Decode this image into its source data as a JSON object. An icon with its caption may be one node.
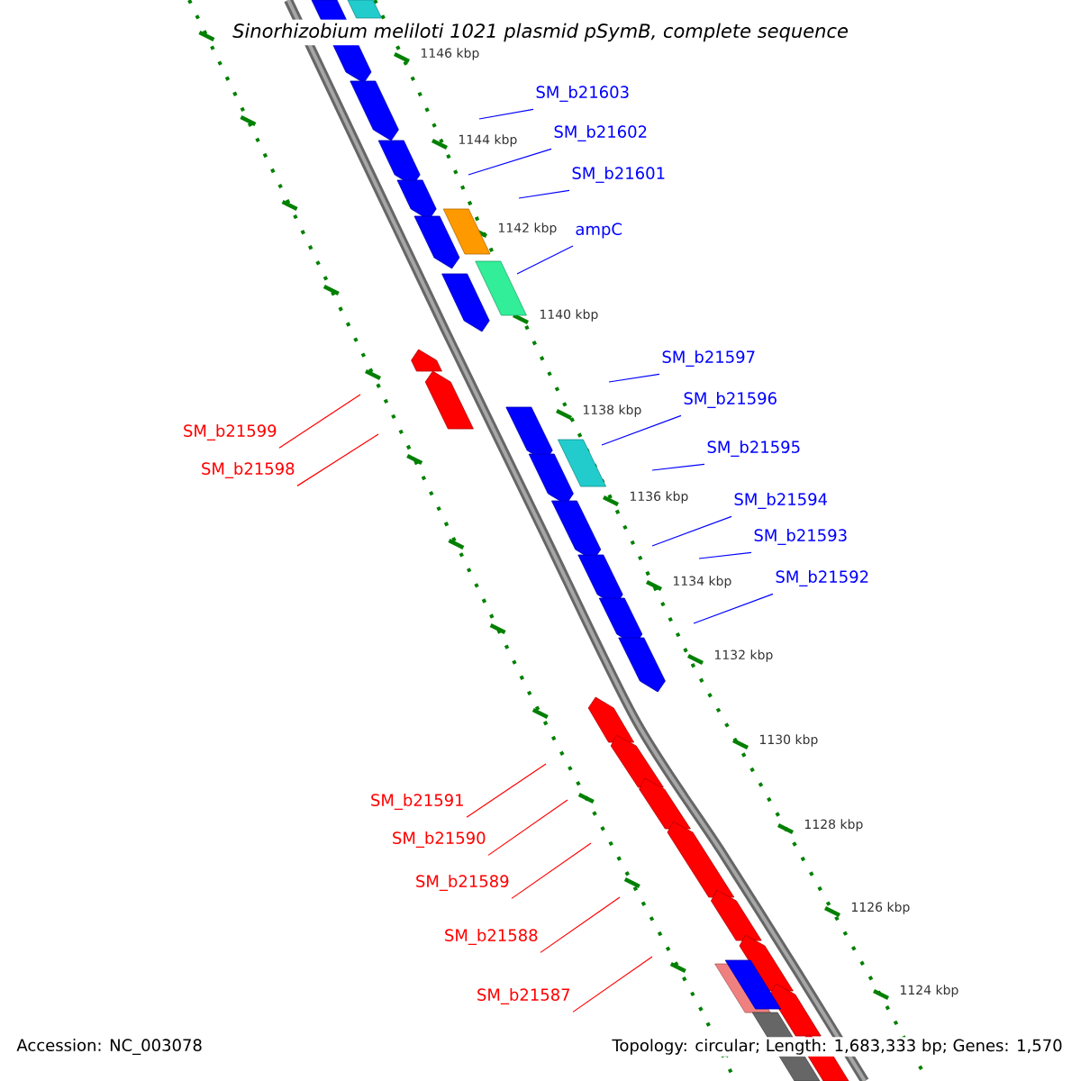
{
  "diagram": {
    "title": "Sinorhizobium meliloti 1021 plasmid pSymB, complete sequence",
    "nodes": [
      {
        "text": [
          "SM_b21603"
        ]
      },
      {
        "text": [
          "SM_b21602"
        ]
      },
      {
        "text": [
          "SM_b21601"
        ]
      },
      {
        "text": [
          "ampC"
        ]
      },
      {
        "text": [
          "SM_b21597"
        ]
      },
      {
        "text": [
          "SM_b21596"
        ]
      },
      {
        "text": [
          "SM_b21595"
        ]
      },
      {
        "text": [
          "SM_b21594"
        ]
      },
      {
        "text": [
          "SM_b21593"
        ]
      },
      {
        "text": [
          "SM_b21592"
        ]
      },
      {
        "text": [
          "SM_b21599"
        ]
      },
      {
        "text": [
          "SM_b21598"
        ]
      },
      {
        "text": [
          "SM_b21591"
        ]
      },
      {
        "text": [
          "SM_b21590"
        ]
      },
      {
        "text": [
          "SM_b21589"
        ]
      },
      {
        "text": [
          "SM_b21588"
        ]
      },
      {
        "text": [
          "SM_b21587"
        ]
      }
    ],
    "edges": [
      {
        "from": 0,
        "to": null,
        "arrow": "none"
      },
      {
        "from": 1,
        "to": null,
        "arrow": "none"
      },
      {
        "from": 2,
        "to": null,
        "arrow": "none"
      },
      {
        "from": 3,
        "to": null,
        "arrow": "none"
      },
      {
        "from": 4,
        "to": null,
        "arrow": "none"
      },
      {
        "from": 5,
        "to": null,
        "arrow": "none"
      },
      {
        "from": 6,
        "to": null,
        "arrow": "none"
      },
      {
        "from": 7,
        "to": null,
        "arrow": "none"
      },
      {
        "from": 8,
        "to": null,
        "arrow": "none"
      },
      {
        "from": 9,
        "to": null,
        "arrow": "none"
      },
      {
        "from": 10,
        "to": null,
        "arrow": "none",
        "color": "#ff0000"
      },
      {
        "from": 11,
        "to": null,
        "arrow": "none",
        "color": "#ff0000"
      },
      {
        "from": 12,
        "to": null,
        "arrow": "none",
        "color": "#ff0000"
      },
      {
        "from": 13,
        "to": null,
        "arrow": "none",
        "color": "#ff0000"
      },
      {
        "from": 14,
        "to": null,
        "arrow": "none",
        "color": "#ff0000"
      },
      {
        "from": 15,
        "to": null,
        "arrow": "none",
        "color": "#ff0000"
      },
      {
        "from": 16,
        "to": null,
        "arrow": "none",
        "color": "#ff0000"
      }
    ],
    "labels": [
      "1146 kbp",
      "1144 kbp",
      "1142 kbp",
      "1140 kbp",
      "1138 kbp",
      "1136 kbp",
      "1134 kbp",
      "1132 kbp",
      "1130 kbp",
      "1128 kbp",
      "1126 kbp",
      "1124 kbp",
      "Accession: NC_003078",
      "Topology: circular; Length: 1,683,333 bp; Genes: 1,570"
    ]
  }
}
